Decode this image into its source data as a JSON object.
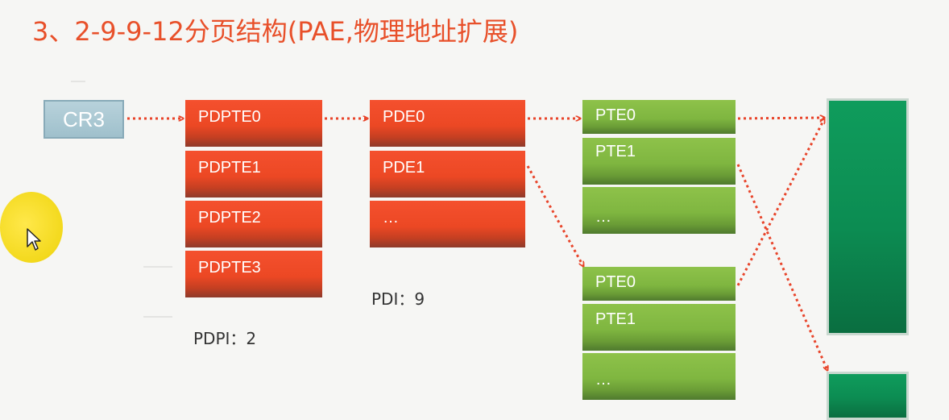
{
  "title": "3、2-9-9-12分页结构(PAE,物理地址扩展)",
  "cr3": "CR3",
  "pdpt": [
    "PDPTE0",
    "PDPTE1",
    "PDPTE2",
    "PDPTE3"
  ],
  "pd": [
    "PDE0",
    "PDE1",
    "…"
  ],
  "pt1": [
    "PTE0",
    "PTE1",
    "…"
  ],
  "pt2": [
    "PTE0",
    "PTE1",
    "…"
  ],
  "labels": {
    "pdpi": "PDPI：2",
    "pdi": "PDI：9"
  },
  "colors": {
    "title": "#e8502a",
    "entry_red": "#ec4824",
    "entry_green": "#7fb640",
    "page_green": "#0c8c52",
    "arrow": "#e8442a",
    "cr3": "#a9c7d2"
  }
}
